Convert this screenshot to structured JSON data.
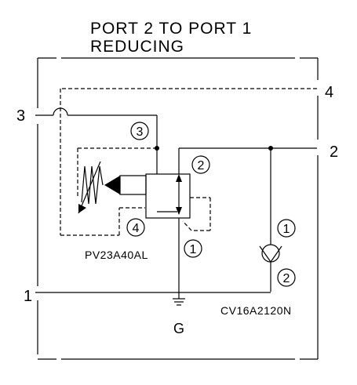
{
  "title": {
    "line1": "PORT 2  TO  PORT 1",
    "line2": "REDUCING"
  },
  "ports": {
    "port1": "1",
    "port2": "2",
    "port3": "3",
    "port4": "4"
  },
  "reducing_valve": {
    "model": "PV23A40AL",
    "port_marker_3": "3",
    "port_marker_2": "2",
    "port_marker_4": "4",
    "port_marker_1": "1"
  },
  "check_valve": {
    "model": "CV16A2120N",
    "port_marker_1": "1",
    "port_marker_2": "2"
  },
  "gauge": {
    "label": "G"
  },
  "icons": [
    "cavity-envelope",
    "spring-icon",
    "solenoid-icon",
    "valve-spool-icon",
    "check-valve-icon",
    "ground-icon",
    "junction-dot"
  ]
}
